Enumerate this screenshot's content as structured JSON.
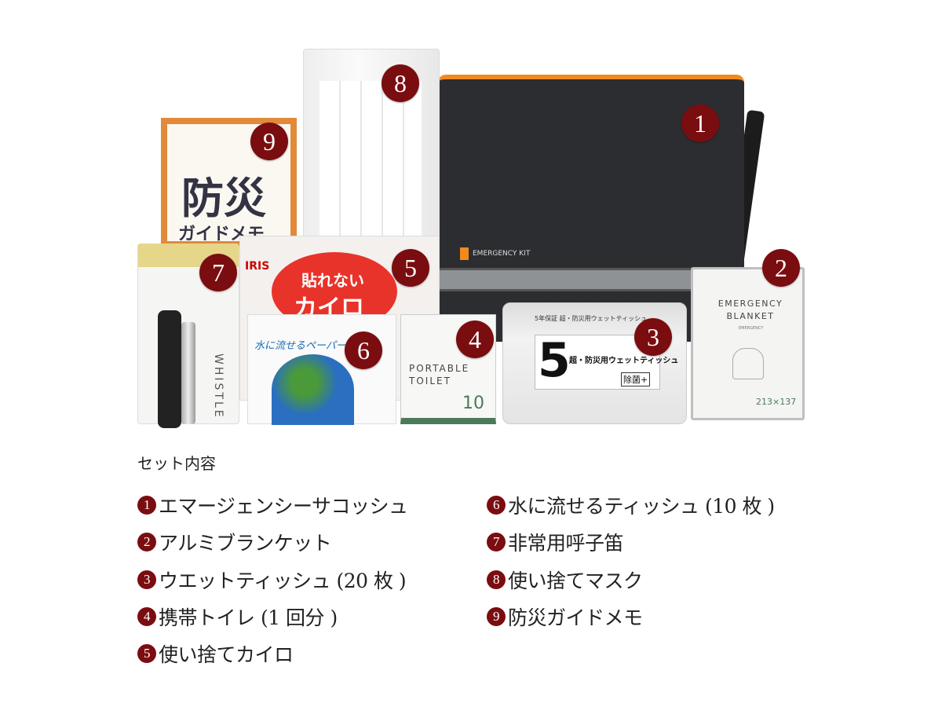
{
  "photo": {
    "bag_label": "EMERGENCY KIT",
    "blanket_title": "EMERGENCY BLANKET",
    "blanket_sub": "EMERGENCY",
    "blanket_size": "213×137",
    "whistle_label": "WHISTLE",
    "guide_title": "防災",
    "guide_sub": "ガイドメモ",
    "kairo_brand": "IRIS",
    "kairo_title": "貼れない",
    "kairo_title2": "カイロ",
    "toilet_label": "PORTABLE TOILET",
    "toilet_count": "10",
    "wet_top": "5年保証 超・防災用ウェットティッシュ",
    "wet_big": "5",
    "wet_main": "超・防災用ウェットティッシュ",
    "wet_badge": "除菌+",
    "tissue_label": "水に流せるペーパー"
  },
  "badges": [
    "1",
    "2",
    "3",
    "4",
    "5",
    "6",
    "7",
    "8",
    "9"
  ],
  "list": {
    "title": "セット内容",
    "items": [
      {
        "num": "1",
        "label": "エマージェンシーサコッシュ"
      },
      {
        "num": "2",
        "label": "アルミブランケット"
      },
      {
        "num": "3",
        "label": "ウエットティッシュ (20 枚 )"
      },
      {
        "num": "4",
        "label": "携帯トイレ (1 回分 )"
      },
      {
        "num": "5",
        "label": "使い捨てカイロ"
      },
      {
        "num": "6",
        "label": "水に流せるティッシュ (10 枚 )"
      },
      {
        "num": "7",
        "label": "非常用呼子笛"
      },
      {
        "num": "8",
        "label": "使い捨てマスク"
      },
      {
        "num": "9",
        "label": "防災ガイドメモ"
      }
    ]
  }
}
